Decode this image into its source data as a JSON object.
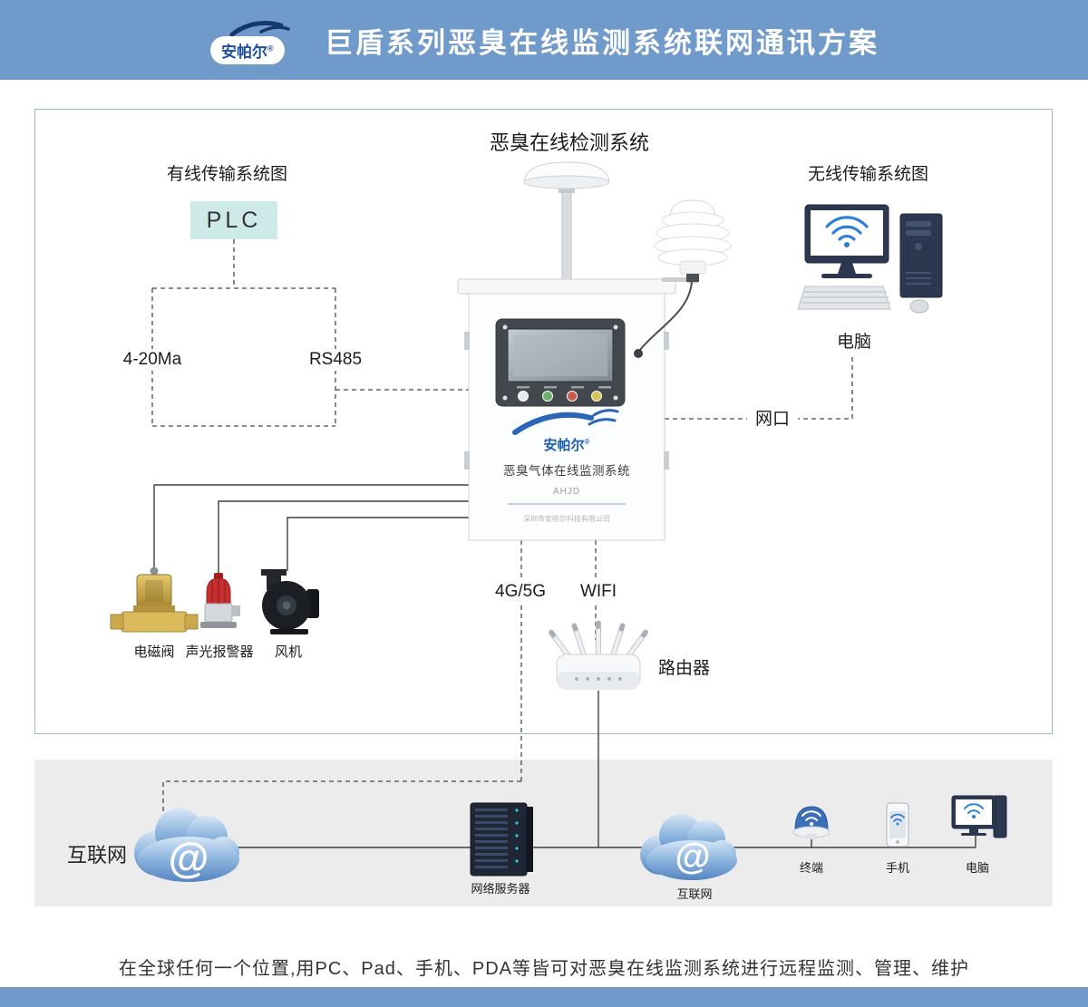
{
  "header": {
    "logo_brand": "安帕尔",
    "logo_reg": "®",
    "title": "巨盾系列恶臭在线监测系统联网通讯方案"
  },
  "diagram": {
    "title": "恶臭在线检测系统",
    "wired_title": "有线传输系统图",
    "wireless_title": "无线传输系统图",
    "plc": "PLC",
    "analog": "4-20Ma",
    "rs485": "RS485",
    "port": "网口",
    "pc": "电脑",
    "g45": "4G/5G",
    "wifi": "WIFI",
    "router": "路由器",
    "valve": "电磁阀",
    "alarm": "声光报警器",
    "fan": "风机",
    "cabinet": {
      "brand": "安帕尔",
      "reg": "®",
      "name": "恶臭气体在线监测系统",
      "model": "AHJD",
      "company": "深圳市安帕尔科技有限公司"
    }
  },
  "band": {
    "internet": "互联网",
    "at": "@",
    "server": "网络服务器",
    "internet2": "互联网",
    "terminal": "终端",
    "phone": "手机",
    "pc": "电脑"
  },
  "caption": "在全球任何一个位置,用PC、Pad、手机、PDA等皆可对恶臭在线监测系统进行远程监测、管理、维护",
  "colors": {
    "header_blue": "#6f9ac9",
    "band_gray": "#ececec",
    "plc_teal": "#cde9e8",
    "brand_blue": "#1d5fb0",
    "cloud_blue": "#5585c2",
    "line_dark": "#3e3e3e"
  }
}
